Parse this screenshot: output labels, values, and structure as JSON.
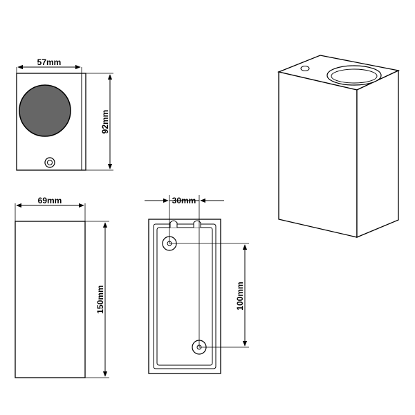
{
  "dimensions": {
    "top_width": "57mm",
    "top_height": "92mm",
    "side_width": "69mm",
    "side_height": "150mm",
    "back_hole_spacing": "30mm",
    "back_vertical_spacing": "100mm"
  },
  "colors": {
    "line": "#000000",
    "fill_dark": "#666666",
    "background": "#ffffff"
  }
}
